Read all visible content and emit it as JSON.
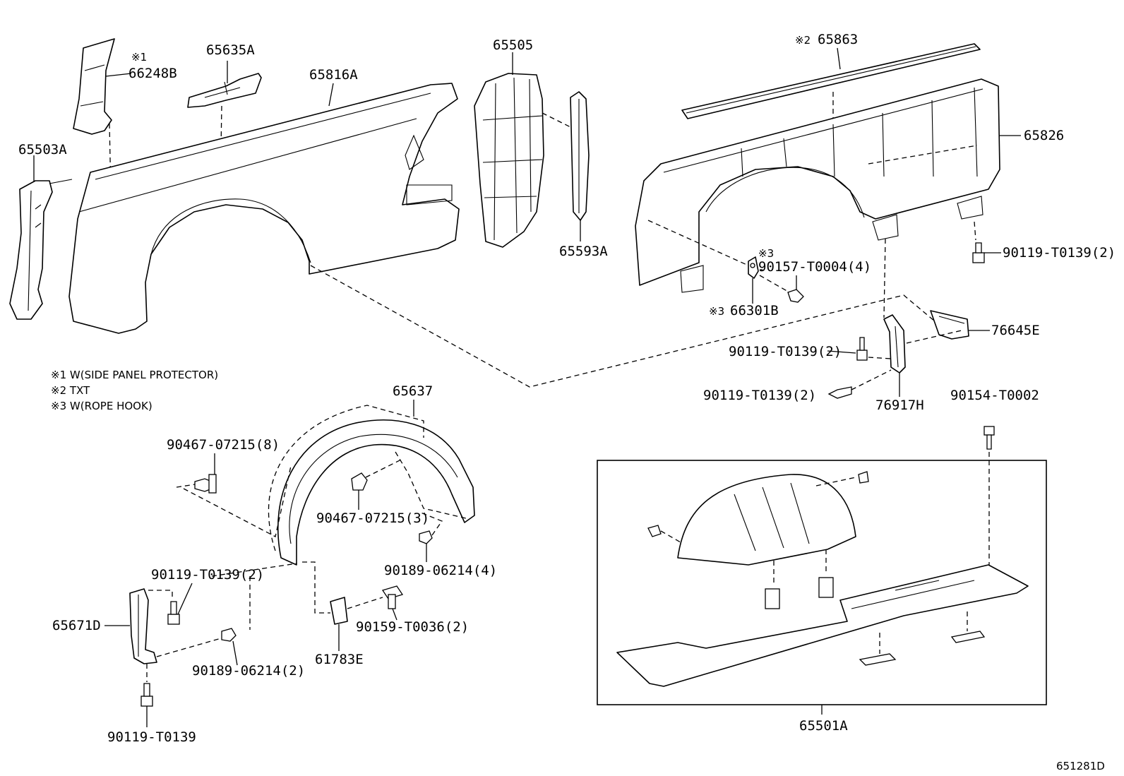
{
  "labels": {
    "p66248B": "66248B",
    "p65635A": "65635A",
    "p65816A": "65816A",
    "p65505": "65505",
    "p65863": "65863",
    "p65826": "65826",
    "p65503A": "65503A",
    "p65593A": "65593A",
    "p90119_T0139_2_right": "90119-T0139(2)",
    "p90157_T0004_4": "90157-T0004(4)",
    "p66301B": "66301B",
    "p76645E": "76645E",
    "p90119_T0139_2_mid": "90119-T0139(2)",
    "p90119_T0139_2_low": "90119-T0139(2)",
    "p76917H": "76917H",
    "p90154_T0002": "90154-T0002",
    "p65637": "65637",
    "p90467_07215_8": "90467-07215(8)",
    "p90467_07215_3": "90467-07215(3)",
    "p90189_06214_4": "90189-06214(4)",
    "p90119_T0139_2_left": "90119-T0139(2)",
    "p65671D": "65671D",
    "p90159_T0036_2": "90159-T0036(2)",
    "p90189_06214_2": "90189-06214(2)",
    "p61783E": "61783E",
    "p90119_T0139": "90119-T0139",
    "p65501A": "65501A"
  },
  "markers": {
    "m1": "※1",
    "m2": "※2",
    "m3a": "※3",
    "m3b": "※3"
  },
  "notes": {
    "n1": "※1 W(SIDE PANEL PROTECTOR)",
    "n2": "※2 TXT",
    "n3": "※3 W(ROPE HOOK)"
  },
  "diagram_id": "651281D"
}
